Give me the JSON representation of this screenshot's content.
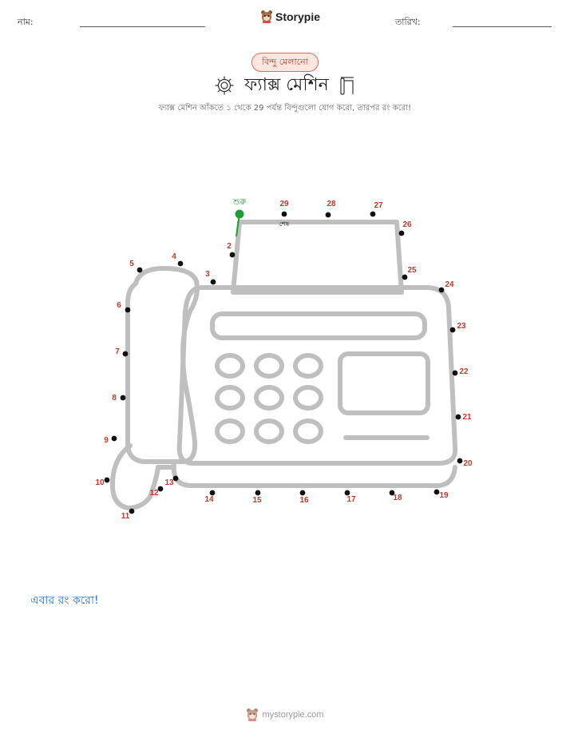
{
  "header": {
    "name_label": "নাম:",
    "date_label": "তারিখ:",
    "brand_name": "Storypie"
  },
  "badge": "বিন্দু মেলানো",
  "title": "ফ্যাক্স মেশিন",
  "subtitle": "ফ্যাক্স মেশিন আঁকতে ১ থেকে 29 পর্যন্ত বিন্দুগুলো যোগ করো, তারপর রং করো!",
  "puzzle": {
    "start_label": "শুরু",
    "end_label": "শেষ",
    "dot_count": 29,
    "accent_color": "#1f9d3a",
    "number_color": "#c0392b"
  },
  "closing_text": "এবার রং করো!",
  "footer": {
    "site": "mystorypie.com"
  }
}
